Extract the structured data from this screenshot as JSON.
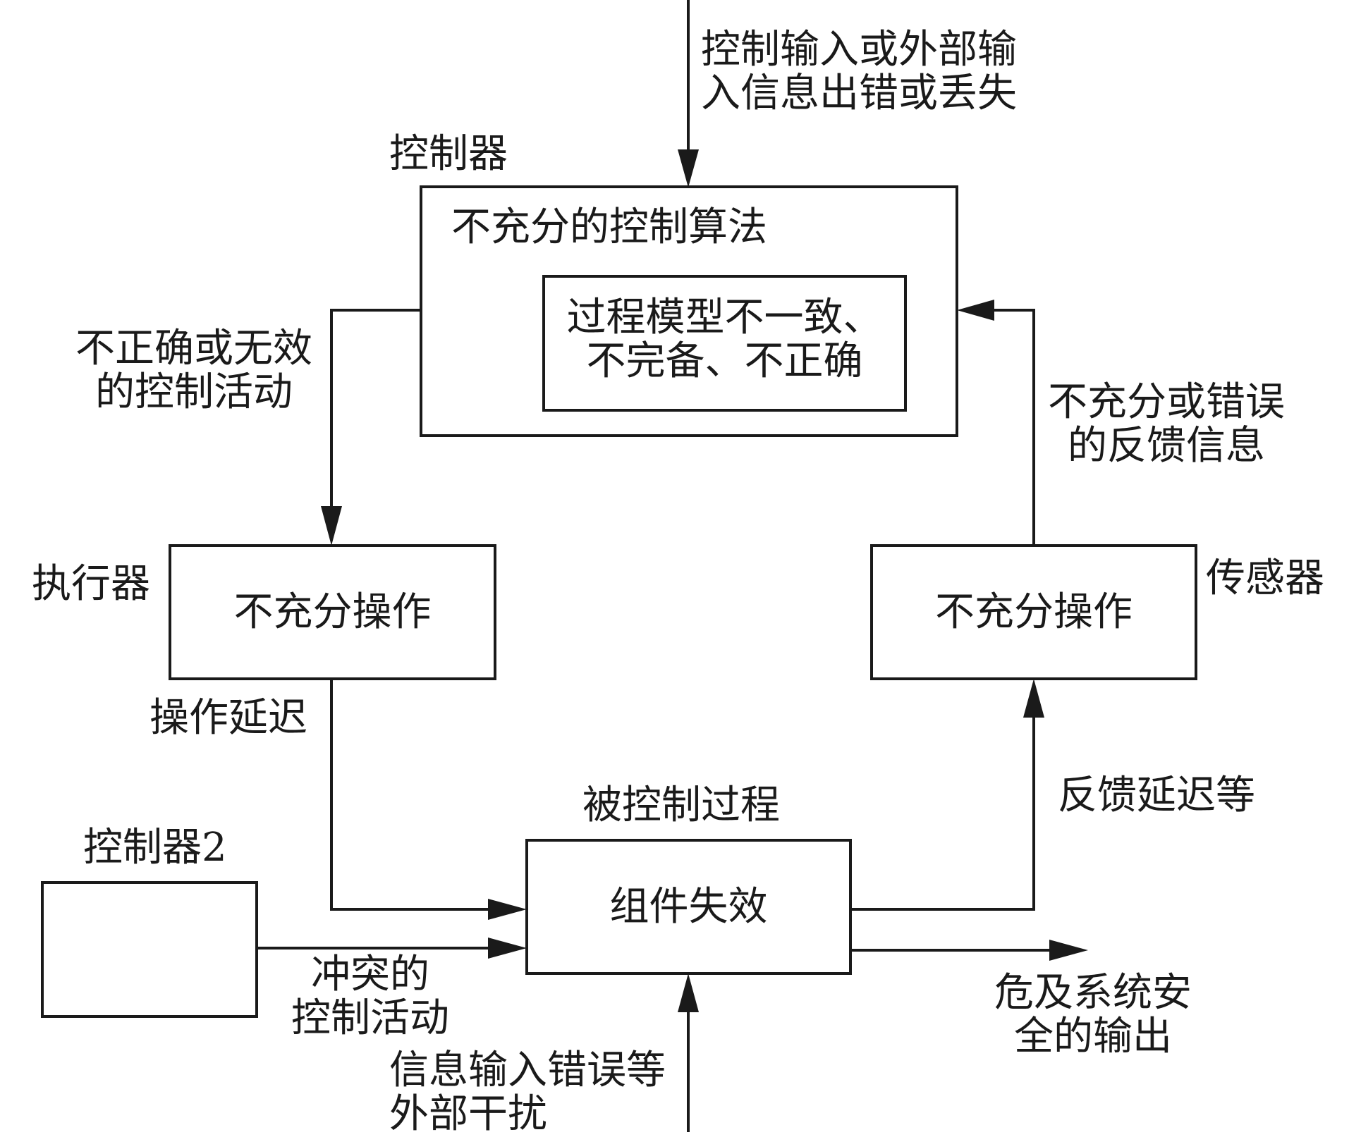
{
  "input_top": [
    "控制输入或外部输",
    "入信息出错或丢失"
  ],
  "controller": {
    "title": "控制器",
    "algorithm": "不充分的控制算法",
    "process_model": [
      "过程模型不一致、",
      "不完备、不正确"
    ]
  },
  "control_action": [
    "不正确或无效",
    "的控制活动"
  ],
  "feedback_info": [
    "不充分或错误",
    "的反馈信息"
  ],
  "actuator": {
    "title": "执行器",
    "operation": "不充分操作"
  },
  "sensor": {
    "title": "传感器",
    "operation": "不充分操作"
  },
  "operation_delay": "操作延迟",
  "feedback_delay": "反馈延迟等",
  "controlled_process": {
    "title": "被控制过程",
    "failure": "组件失效"
  },
  "controller2": {
    "title": "控制器2"
  },
  "conflicting_action": [
    "冲突的",
    "控制活动"
  ],
  "hazard_output": [
    "危及系统安",
    "全的输出"
  ],
  "disturbance": [
    "信息输入错误等",
    "外部干扰"
  ],
  "colors": {
    "line": "#1a1a1a",
    "background": "#ffffff"
  }
}
